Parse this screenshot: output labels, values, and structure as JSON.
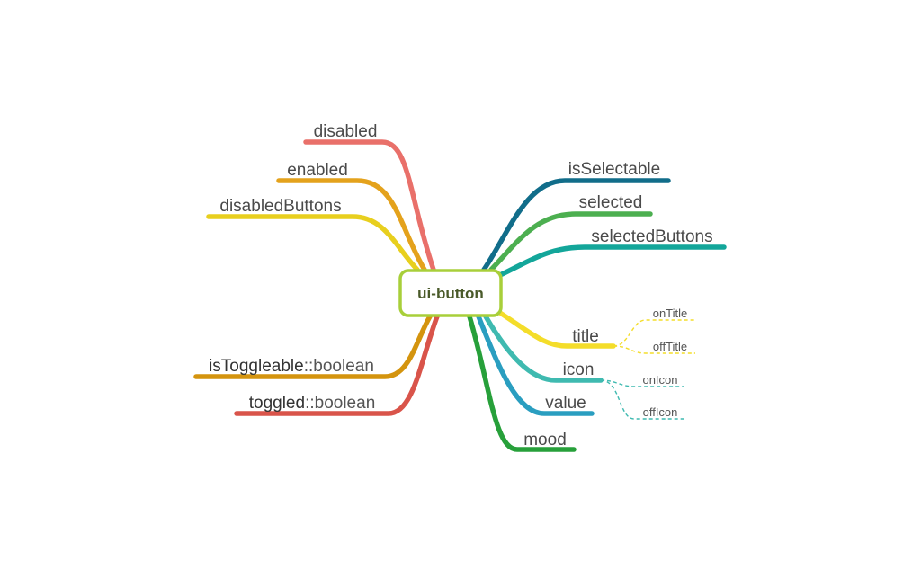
{
  "root": {
    "label": "ui-button",
    "color": "#a8cf3a"
  },
  "left_branches": [
    {
      "label": "disabled",
      "color": "#e9706a"
    },
    {
      "label": "enabled",
      "color": "#e4a21c"
    },
    {
      "label": "disabledButtons",
      "color": "#e8cf1e"
    },
    {
      "label": "isToggleable",
      "type_suffix": "::boolean",
      "color": "#d4940e"
    },
    {
      "label": "toggled",
      "type_suffix": "::boolean",
      "color": "#d9544a"
    }
  ],
  "right_branches": [
    {
      "label": "isSelectable",
      "color": "#116d8a"
    },
    {
      "label": "selected",
      "color": "#4caf50"
    },
    {
      "label": "selectedButtons",
      "color": "#13a69a"
    },
    {
      "label": "title",
      "color": "#f4dd2a",
      "children": [
        "onTitle",
        "offTitle"
      ]
    },
    {
      "label": "icon",
      "color": "#3fbab0",
      "children": [
        "onIcon",
        "offIcon"
      ]
    },
    {
      "label": "value",
      "color": "#2a9ec0"
    },
    {
      "label": "mood",
      "color": "#27a03a"
    }
  ]
}
